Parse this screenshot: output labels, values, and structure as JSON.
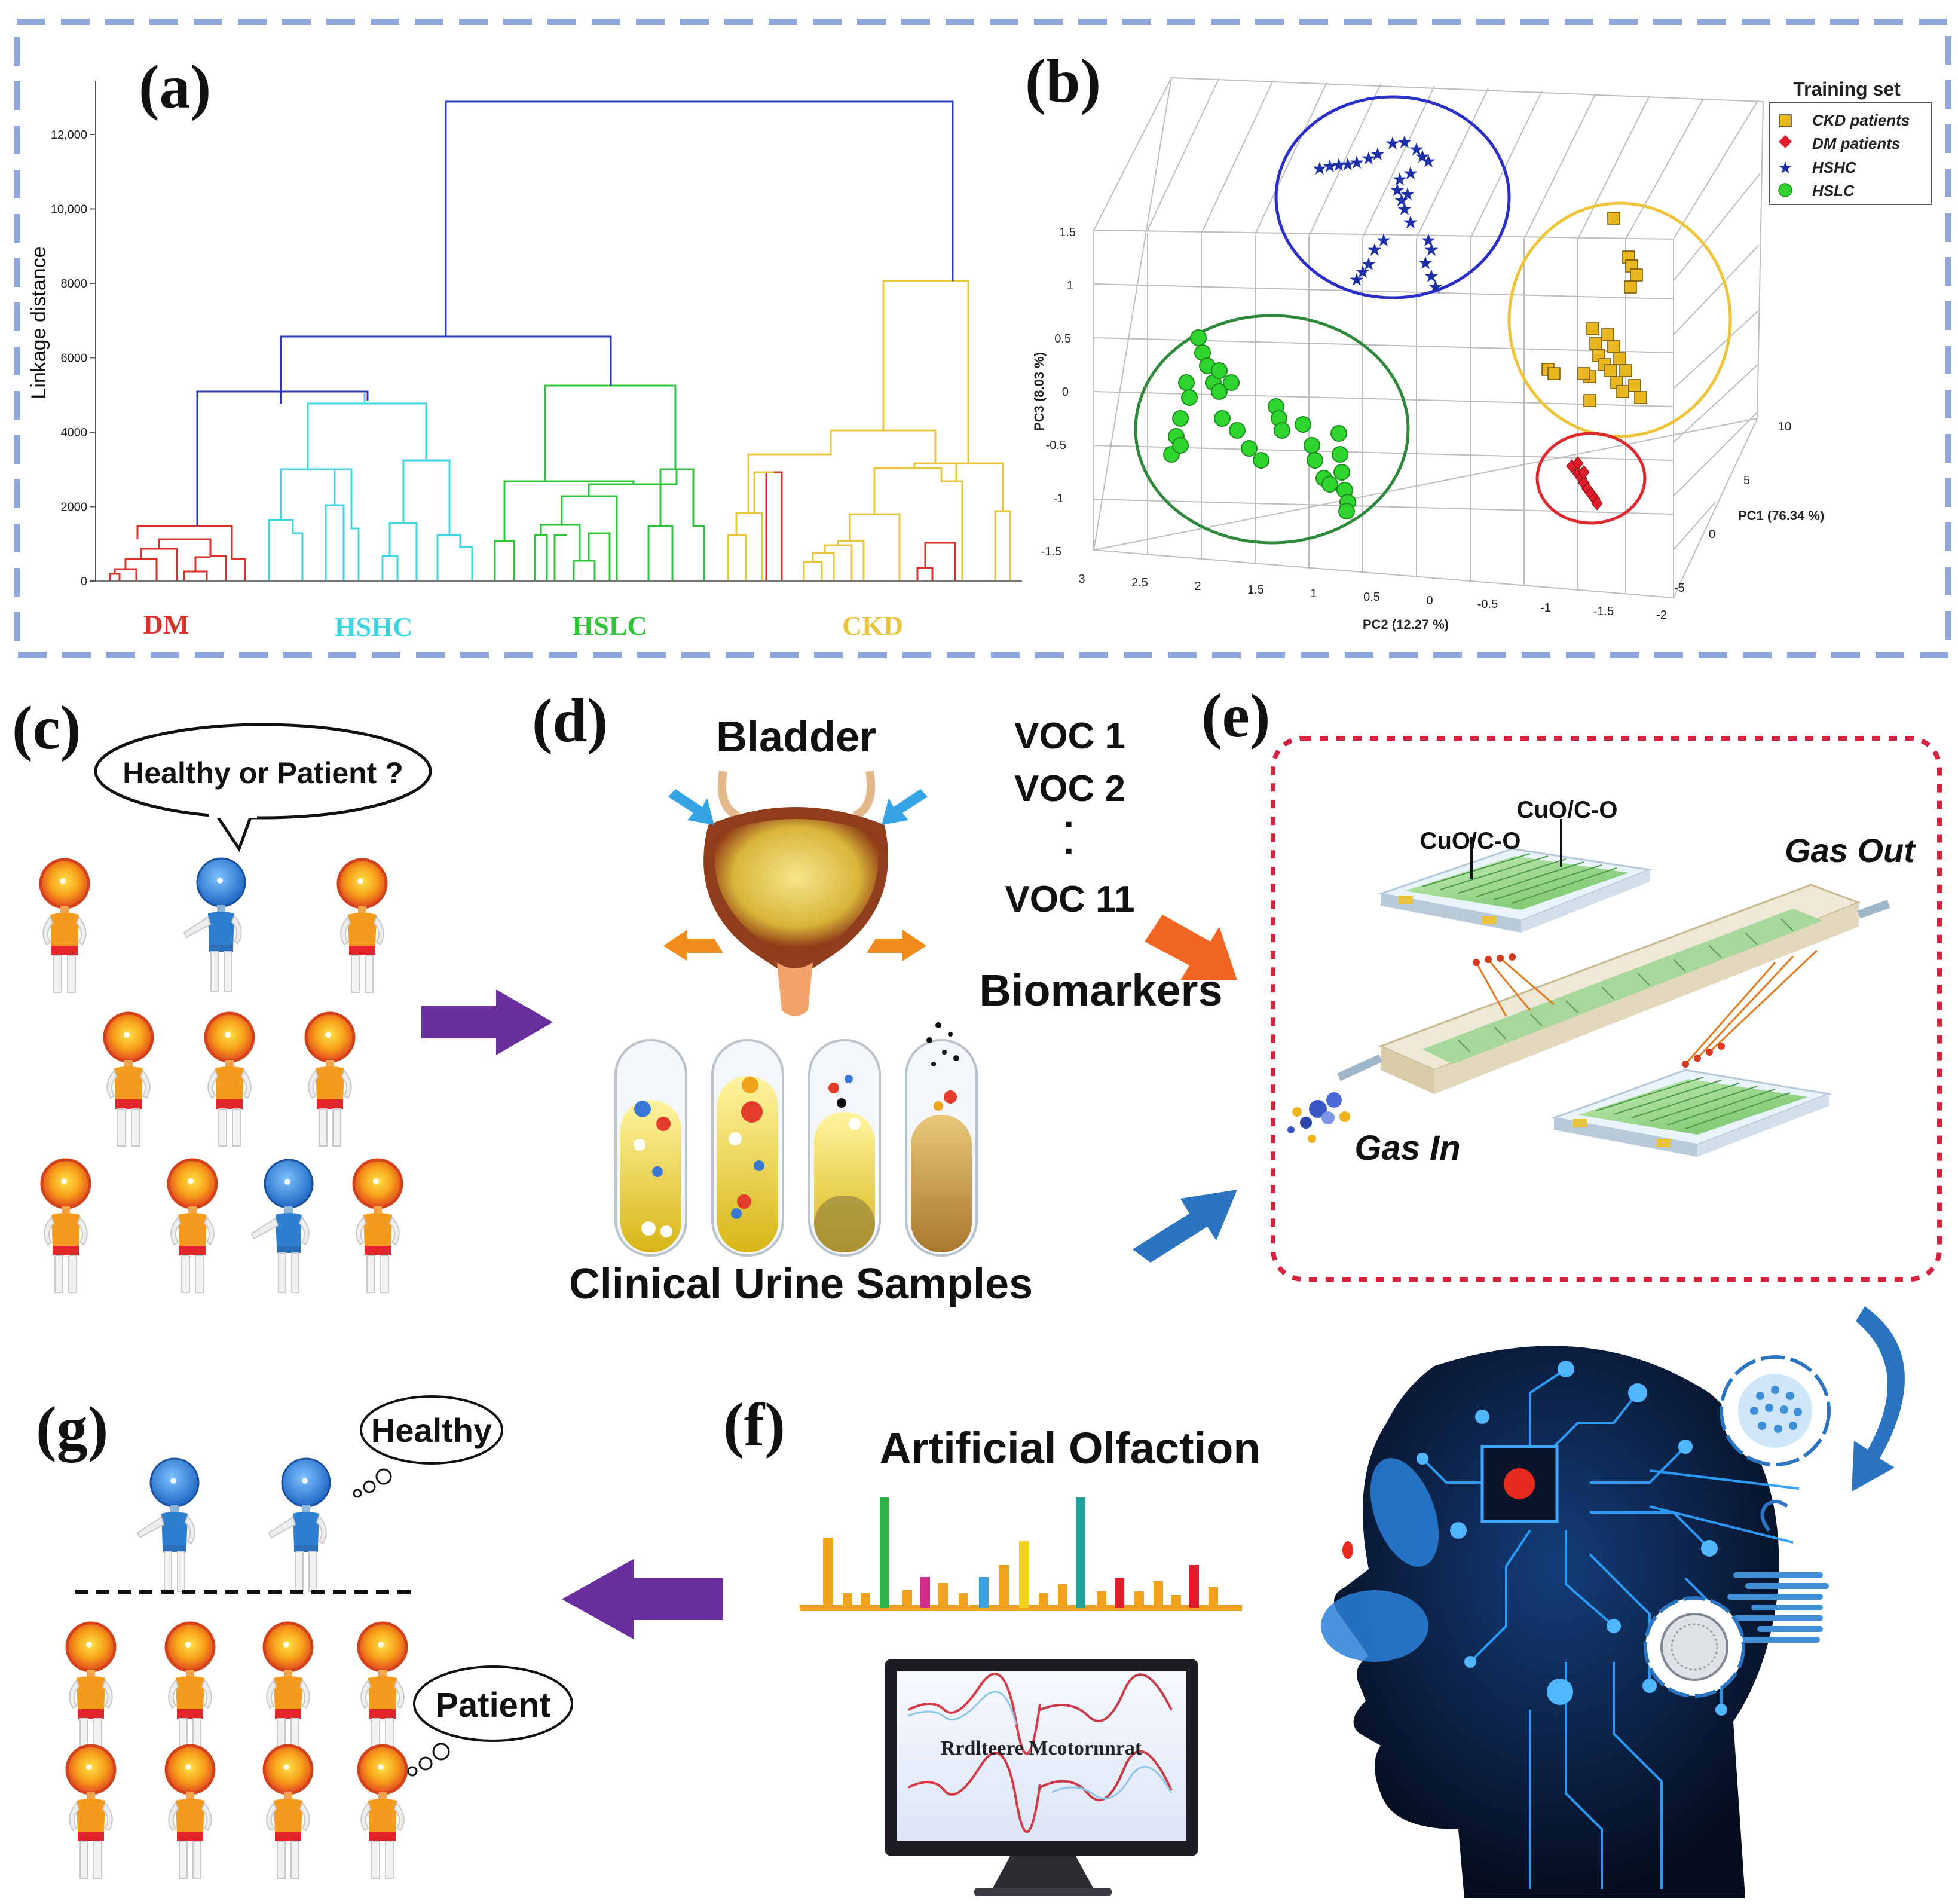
{
  "panels": {
    "a": "(a)",
    "b": "(b)",
    "c": "(c)",
    "d": "(d)",
    "e": "(e)",
    "f": "(f)",
    "g": "(g)"
  },
  "colors": {
    "dm": "#d8322a",
    "hshc": "#3fd6e0",
    "hslc": "#2fc43a",
    "ckd": "#e9c43d",
    "root": "#2b3ab8",
    "frame": "#8ea6dc",
    "sensor_frame": "#d5223f",
    "arrow_purple": "#6b2e9e",
    "arrow_orange": "#f26522",
    "arrow_blue": "#2a74c2"
  },
  "dendrogram": {
    "ylabel": "Linkage distance",
    "yticks": [
      "0",
      "2000",
      "4000",
      "6000",
      "8000",
      "10,000",
      "12,000"
    ],
    "ylim": [
      0,
      13000
    ],
    "groups": [
      {
        "label": "DM",
        "color": "#d8322a"
      },
      {
        "label": "HSHC",
        "color": "#3fd6e0"
      },
      {
        "label": "HSLC",
        "color": "#2fc43a"
      },
      {
        "label": "CKD",
        "color": "#e9c43d"
      }
    ]
  },
  "chart_data": {
    "type": "scatter",
    "legend_title": "Training set",
    "legend_placement": "top-right",
    "xlabel": "PC2 (12.27 %)",
    "ylabel": "PC3 (8.03 %)",
    "zlabel": "PC1 (76.34 %)",
    "xticks": [
      "3",
      "2.5",
      "2",
      "1.5",
      "1",
      "0.5",
      "0",
      "-0.5",
      "-1",
      "-1.5",
      "-2"
    ],
    "yticks": [
      "1.5",
      "1",
      "0.5",
      "0",
      "-0.5",
      "-1",
      "-1.5"
    ],
    "zticks": [
      "10",
      "5",
      "0",
      "-5"
    ],
    "series": [
      {
        "name": "CKD patients",
        "marker": "square",
        "color": "#e9b820"
      },
      {
        "name": "DM patients",
        "marker": "diamond",
        "color": "#e21b2b"
      },
      {
        "name": "HSHC",
        "marker": "star",
        "color": "#1d2fa8"
      },
      {
        "name": "HSLC",
        "marker": "circle",
        "color": "#2fd42f"
      }
    ]
  },
  "panel_c": {
    "bubble": "Healthy or Patient ?"
  },
  "panel_d": {
    "title": "Bladder",
    "voc_lines": [
      "VOC 1",
      "VOC 2",
      "·",
      "·",
      "VOC 11"
    ],
    "biomarkers": "Biomarkers",
    "samples": "Clinical Urine Samples"
  },
  "panel_e": {
    "label_left": "CuO/C-O",
    "label_right": "CuO/C-O",
    "gas_in": "Gas In",
    "gas_out": "Gas Out"
  },
  "panel_f": {
    "title": "Artificial Olfaction",
    "monitor_text": "Rrdlteere Mcotornnrat"
  },
  "panel_g": {
    "healthy": "Healthy",
    "patient": "Patient"
  }
}
